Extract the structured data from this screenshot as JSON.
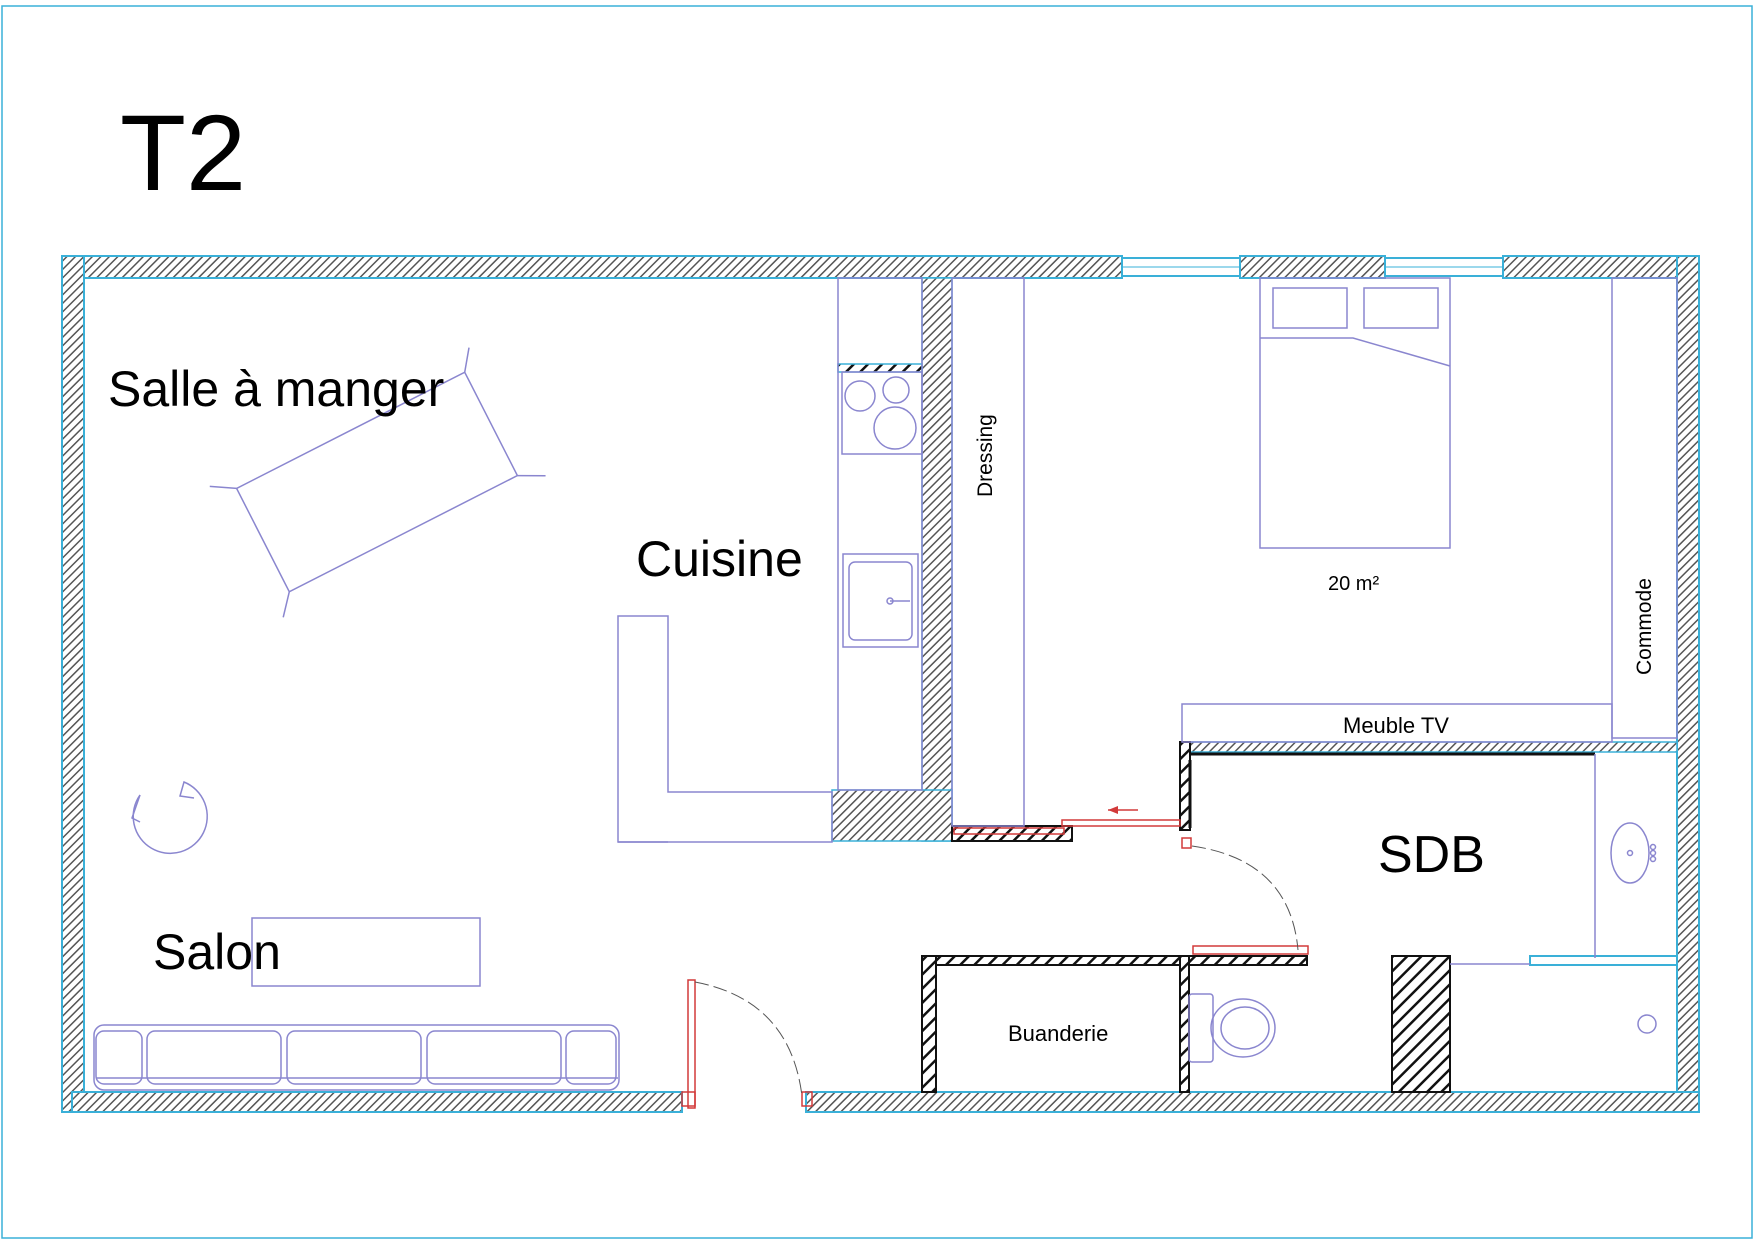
{
  "title": "T2",
  "rooms": {
    "dining": "Salle à manger",
    "kitchen": "Cuisine",
    "living": "Salon",
    "dressing": "Dressing",
    "bedroom_area": "20 m²",
    "dresser": "Commode",
    "tv_unit": "Meuble TV",
    "bathroom": "SDB",
    "laundry": "Buanderie"
  },
  "colors": {
    "wall_hatch": "#555555",
    "frame": "#3ab0d8",
    "furniture": "#8a86cf",
    "door": "#d23a3a"
  }
}
